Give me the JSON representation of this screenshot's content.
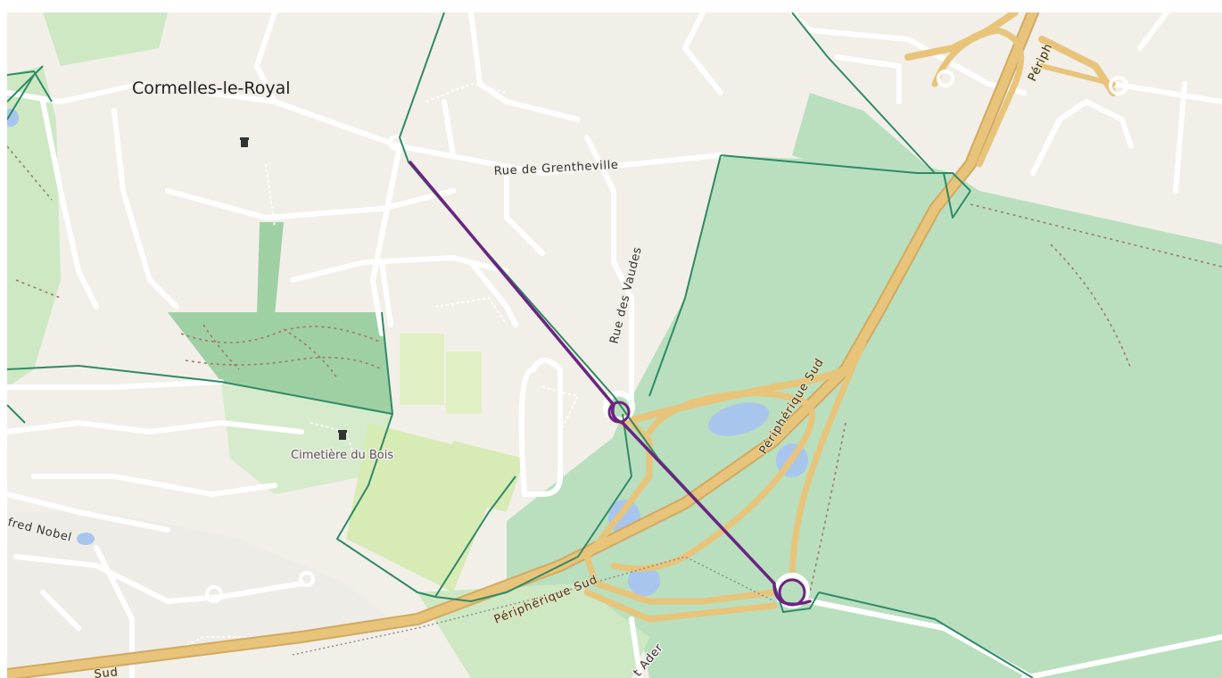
{
  "map": {
    "places": {
      "town": "Cormelles-le-Royal"
    },
    "pois": {
      "cemetery": "Cimetière du Bois"
    },
    "streets": {
      "grentheville": "Rue de Grentheville",
      "vaudes": "Rue des Vaudes",
      "nobel": "fred Nobel",
      "ader": "t Ader"
    },
    "ring_road": {
      "label_1": "Périphérique Sud",
      "label_2": "Périphérique Sud",
      "label_3": "Sud",
      "label_4": "Périph"
    },
    "colors": {
      "land": "#f2efe9",
      "park": "#b9dfbf",
      "park_dark": "#9fd0a4",
      "grass": "#cde8c3",
      "pitch": "#d7ebb5",
      "road_motorway": "#e8c47a",
      "road_motorway_casing": "#d1a962",
      "road_minor": "#ffffff",
      "boundary": "#2f8a65",
      "water": "#a8c5ee",
      "route": "#6a2580"
    }
  }
}
